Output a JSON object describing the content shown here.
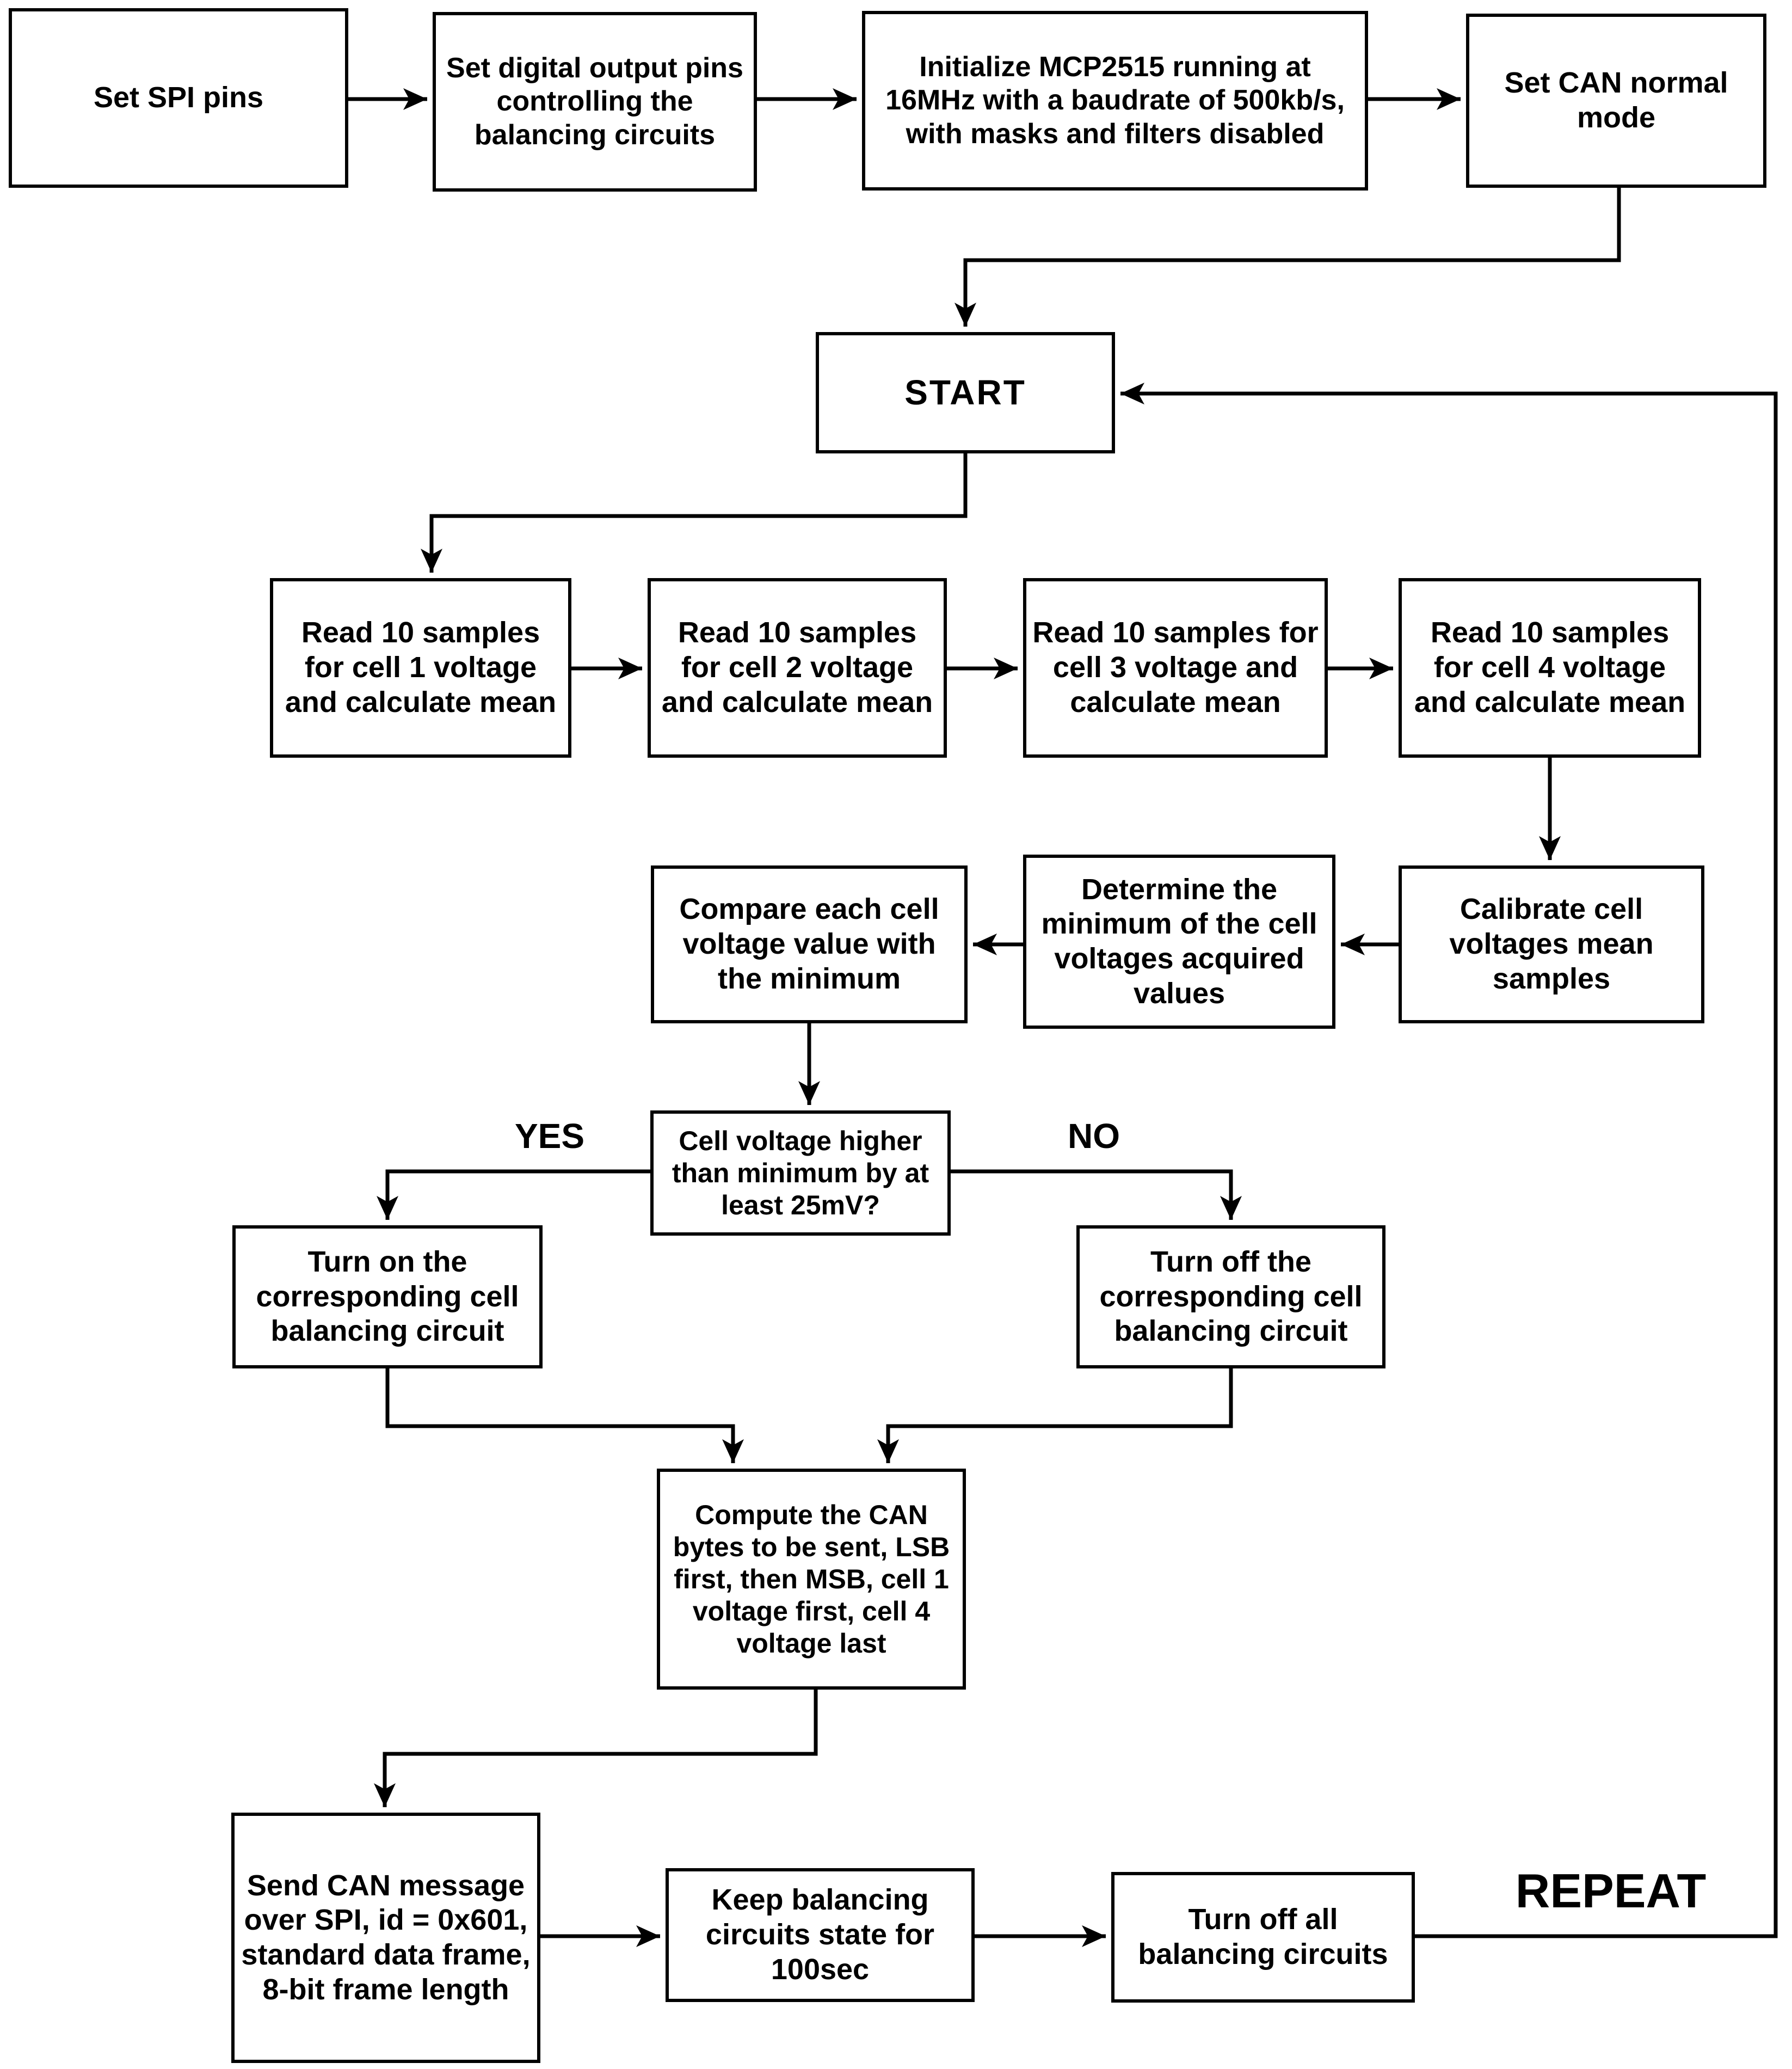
{
  "diagram": {
    "background": "#ffffff",
    "line_color": "#000000",
    "box_fill": "#ffffff",
    "box_border": "#000000",
    "nodes": {
      "set_spi_pins": {
        "label": "Set SPI pins"
      },
      "set_digital_output": {
        "label": "Set digital output pins controlling the balancing circuits"
      },
      "init_mcp2515": {
        "label": "Initialize MCP2515 running at 16MHz with a baudrate of 500kb/s, with masks and filters disabled"
      },
      "set_can_normal": {
        "label": "Set CAN normal mode"
      },
      "start": {
        "label": "START"
      },
      "read_cell1": {
        "label": "Read 10 samples for cell 1 voltage and calculate mean"
      },
      "read_cell2": {
        "label": "Read 10 samples for cell 2 voltage and calculate mean"
      },
      "read_cell3": {
        "label": "Read 10 samples for cell 3 voltage and calculate mean"
      },
      "read_cell4": {
        "label": "Read 10 samples for cell 4 voltage and calculate mean"
      },
      "calibrate": {
        "label": "Calibrate cell voltages mean samples"
      },
      "determine_min": {
        "label": "Determine the minimum of the cell voltages acquired values"
      },
      "compare": {
        "label": "Compare each cell voltage value with the minimum"
      },
      "decision": {
        "label": "Cell voltage higher than minimum by at least 25mV?"
      },
      "turn_on": {
        "label": "Turn on the corresponding cell balancing circuit"
      },
      "turn_off": {
        "label": "Turn off the corresponding cell balancing circuit"
      },
      "compute_can": {
        "label": "Compute the CAN bytes to be sent, LSB first, then MSB, cell 1 voltage first, cell 4 voltage last"
      },
      "send_can": {
        "label": "Send CAN message over SPI, id = 0x601, standard data frame, 8-bit frame length"
      },
      "keep_balancing": {
        "label": "Keep balancing circuits state for 100sec"
      },
      "turn_off_all": {
        "label": "Turn off all balancing circuits"
      }
    },
    "edge_labels": {
      "yes": "YES",
      "no": "NO",
      "repeat": "REPEAT"
    },
    "edges": [
      {
        "from": "set_spi_pins",
        "to": "set_digital_output"
      },
      {
        "from": "set_digital_output",
        "to": "init_mcp2515"
      },
      {
        "from": "init_mcp2515",
        "to": "set_can_normal"
      },
      {
        "from": "set_can_normal",
        "to": "start"
      },
      {
        "from": "start",
        "to": "read_cell1"
      },
      {
        "from": "read_cell1",
        "to": "read_cell2"
      },
      {
        "from": "read_cell2",
        "to": "read_cell3"
      },
      {
        "from": "read_cell3",
        "to": "read_cell4"
      },
      {
        "from": "read_cell4",
        "to": "calibrate"
      },
      {
        "from": "calibrate",
        "to": "determine_min"
      },
      {
        "from": "determine_min",
        "to": "compare"
      },
      {
        "from": "compare",
        "to": "decision"
      },
      {
        "from": "decision",
        "to": "turn_on",
        "label": "YES"
      },
      {
        "from": "decision",
        "to": "turn_off",
        "label": "NO"
      },
      {
        "from": "turn_on",
        "to": "compute_can"
      },
      {
        "from": "turn_off",
        "to": "compute_can"
      },
      {
        "from": "compute_can",
        "to": "send_can"
      },
      {
        "from": "send_can",
        "to": "keep_balancing"
      },
      {
        "from": "keep_balancing",
        "to": "turn_off_all"
      },
      {
        "from": "turn_off_all",
        "to": "start",
        "label": "REPEAT"
      }
    ]
  }
}
